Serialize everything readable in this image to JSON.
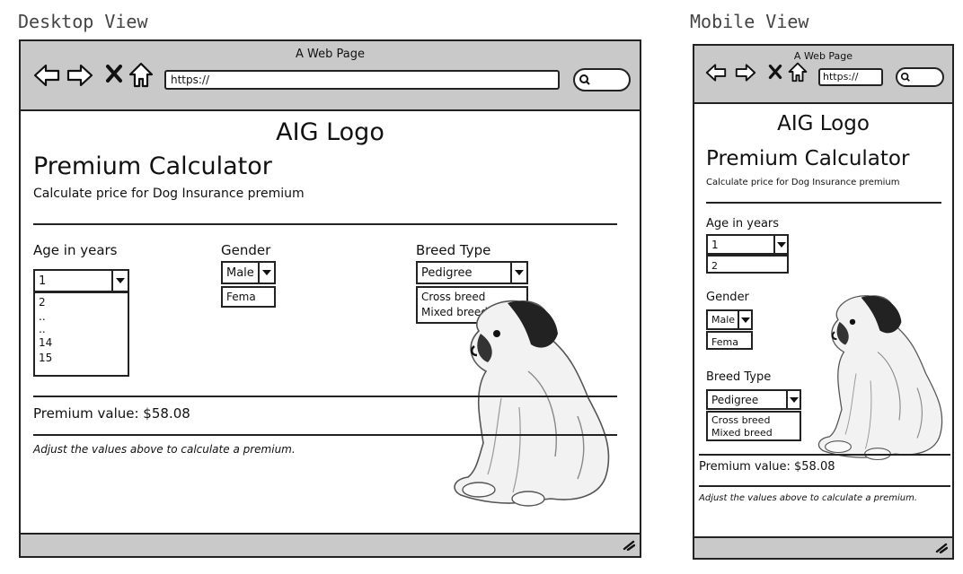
{
  "labels": {
    "desktop": "Desktop View",
    "mobile": "Mobile View"
  },
  "browser": {
    "title": "A Web Page",
    "url": "https://"
  },
  "page": {
    "logo": "AIG Logo",
    "heading": "Premium Calculator",
    "subheading": "Calculate price for Dog Insurance premium",
    "age_label": "Age in years",
    "gender_label": "Gender",
    "breed_label": "Breed Type",
    "premium_text": "Premium value: $58.08",
    "hint": "Adjust the values above to calculate a premium."
  },
  "desktop": {
    "age_selected": "1",
    "age_options": [
      "2",
      "..",
      "..",
      "14",
      "15"
    ],
    "gender_selected": "Male",
    "gender_options": [
      "Fema"
    ],
    "breed_selected": "Pedigree",
    "breed_options": [
      "Cross breed",
      "Mixed breed"
    ]
  },
  "mobile": {
    "age_selected": "1",
    "age_options": [
      "2"
    ],
    "gender_selected": "Male",
    "gender_options": [
      "Fema"
    ],
    "breed_selected": "Pedigree",
    "breed_options": [
      "Cross breed",
      "Mixed breed"
    ]
  },
  "icons": [
    "back-arrow-icon",
    "forward-arrow-icon",
    "close-x-icon",
    "home-icon",
    "search-icon",
    "resize-grip-icon",
    "dog-image"
  ]
}
